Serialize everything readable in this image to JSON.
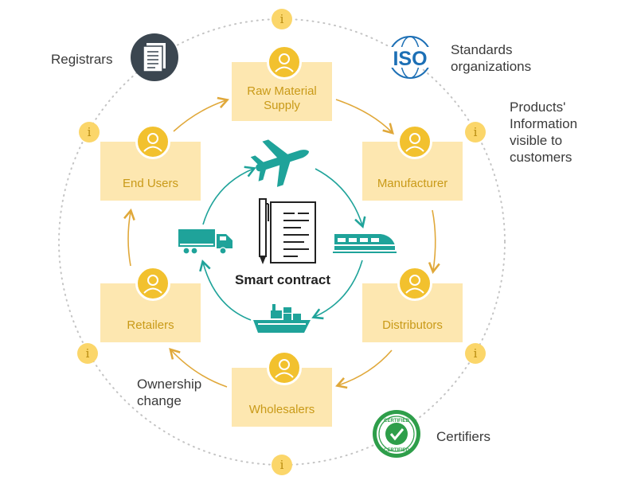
{
  "nodes": {
    "raw_material": "Raw Material\nSupply",
    "manufacturer": "Manufacturer",
    "distributors": "Distributors",
    "wholesalers": "Wholesalers",
    "retailers": "Retailers",
    "end_users": "End Users"
  },
  "center": {
    "label": "Smart contract"
  },
  "annotations": {
    "registrars": "Registrars",
    "standards": "Standards\norganizations",
    "products_info": "Products'\nInformation\nvisible to\ncustomers",
    "ownership": "Ownership\nchange",
    "certifiers": "Certifiers"
  },
  "iso_logo_text": "ISO",
  "certified_stamp_text": "CERTIFIED",
  "info_icon_glyph": "i",
  "icons": [
    "document-icon",
    "iso-logo-icon",
    "certified-badge-icon",
    "airplane-icon",
    "train-icon",
    "ship-icon",
    "truck-icon",
    "contract-pen-icon",
    "person-icon",
    "info-icon"
  ],
  "colors": {
    "node_fill": "#fde7b0",
    "node_text": "#c99a18",
    "avatar": "#f2c12e",
    "flow_arrow": "#e0a83a",
    "transport": "#1fa39a",
    "iso_blue": "#1c6fb5",
    "cert_green": "#2e9e4a",
    "registrar_dark": "#3b4650"
  }
}
